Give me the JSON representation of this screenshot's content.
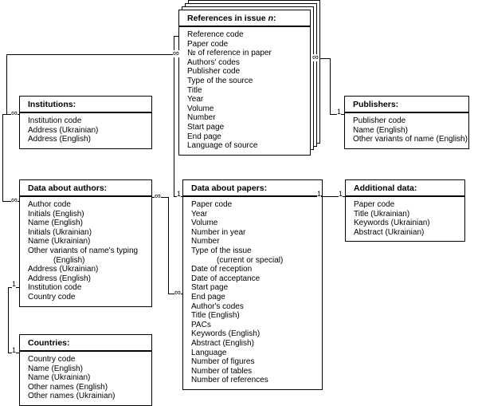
{
  "diagram": {
    "title": "Database entity-relationship schema",
    "type": "er-diagram",
    "line_color": "#000000",
    "background": "#ffffff"
  },
  "entities": {
    "references": {
      "name": "References in issue",
      "name_italic_suffix": "n",
      "title_suffix": ":",
      "stacked": true,
      "fields": [
        "Reference code",
        "Paper code",
        "№ of reference in paper",
        "Authors' codes",
        "Publisher code",
        "Type of the source",
        "Title",
        "Year",
        "Volume",
        "Number",
        "Start page",
        "End page",
        "Language of source"
      ]
    },
    "institutions": {
      "name": "Institutions:",
      "fields": [
        "Institution code",
        "Address (Ukrainian)",
        "Address (English)"
      ]
    },
    "authors": {
      "name": "Data about authors:",
      "fields": [
        "Author code",
        "Initials (English)",
        "Name (English)",
        "Initials (Ukrainian)",
        "Name (Ukrainian)",
        "Other variants of name's typing",
        "(English)",
        "Address (Ukrainian)",
        "Address (English)",
        "Institution code",
        "Country code"
      ],
      "indent_rows": [
        6
      ]
    },
    "papers": {
      "name": "Data about papers:",
      "fields": [
        "Paper code",
        "Year",
        "Volume",
        "Number in year",
        "Number",
        "Type of the issue",
        "(current or special)",
        "Date of reception",
        "Date of acceptance",
        "Start page",
        "End page",
        "Author's codes",
        "Title (English)",
        "PACs",
        "Keywords (English)",
        "Abstract (English)",
        "Language",
        "Number of figures",
        "Number of tables",
        "Number of references"
      ],
      "indent_rows": [
        6
      ]
    },
    "publishers": {
      "name": "Publishers:",
      "fields": [
        "Publisher code",
        "Name (English)",
        "Other variants of name (English)"
      ]
    },
    "additional": {
      "name": "Additional data:",
      "fields": [
        "Paper code",
        "Title  (Ukrainian)",
        "Keywords (Ukrainian)",
        "Abstract (Ukrainian)"
      ]
    },
    "countries": {
      "name": "Countries:",
      "fields": [
        "Country code",
        "Name (English)",
        "Name (Ukrainian)",
        "Other names (English)",
        "Other names (Ukrainian)"
      ]
    }
  },
  "cardinality_markers": {
    "many": "∞",
    "one": "1",
    "labels": [
      {
        "id": "refs-authors-many",
        "symbol": "∞"
      },
      {
        "id": "refs-publishers-many",
        "symbol": "∞"
      },
      {
        "id": "institutions-many",
        "symbol": "∞"
      },
      {
        "id": "authors-left-many",
        "symbol": "∞"
      },
      {
        "id": "authors-right-many",
        "symbol": "∞"
      },
      {
        "id": "authors-country-one",
        "symbol": "1"
      },
      {
        "id": "countries-one",
        "symbol": "1"
      },
      {
        "id": "papers-left-one",
        "symbol": "1"
      },
      {
        "id": "papers-authors-many",
        "symbol": "∞"
      },
      {
        "id": "papers-right-one",
        "symbol": "1"
      },
      {
        "id": "publishers-one",
        "symbol": "1"
      },
      {
        "id": "additional-one",
        "symbol": "1"
      }
    ]
  }
}
